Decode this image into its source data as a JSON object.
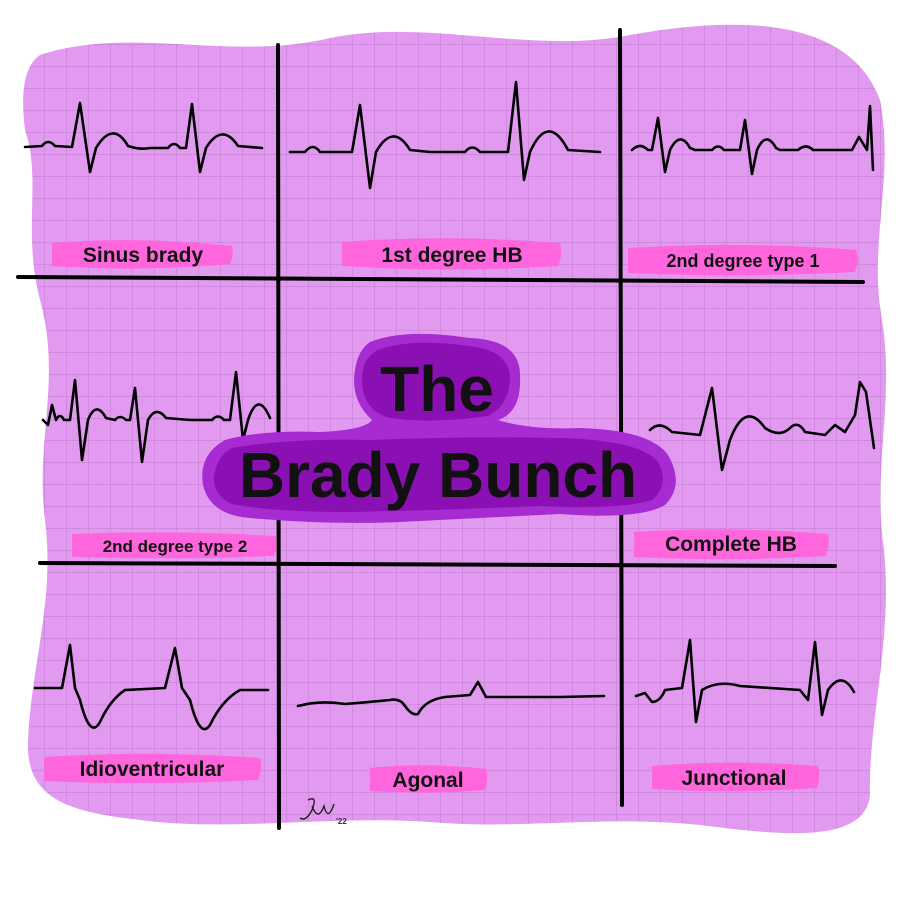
{
  "title": {
    "line1": "The",
    "line2": "Brady Bunch"
  },
  "panels": [
    {
      "id": "sinus-brady",
      "label": "Sinus brady"
    },
    {
      "id": "first-degree-hb",
      "label": "1st degree HB"
    },
    {
      "id": "second-degree-type-1",
      "label": "2nd degree type 1"
    },
    {
      "id": "second-degree-type-2",
      "label": "2nd degree type 2"
    },
    {
      "id": "complete-hb",
      "label": "Complete HB"
    },
    {
      "id": "idioventricular",
      "label": "Idioventricular"
    },
    {
      "id": "agonal",
      "label": "Agonal"
    },
    {
      "id": "junctional",
      "label": "Junctional"
    }
  ],
  "signature": "JW '22",
  "colors": {
    "paper": "#e29af0",
    "grid": "#c77fd6",
    "highlight": "#ff66dd",
    "title_blob": "#8a10b3",
    "title_blob_light": "#a62bd0",
    "ink": "#111111"
  }
}
